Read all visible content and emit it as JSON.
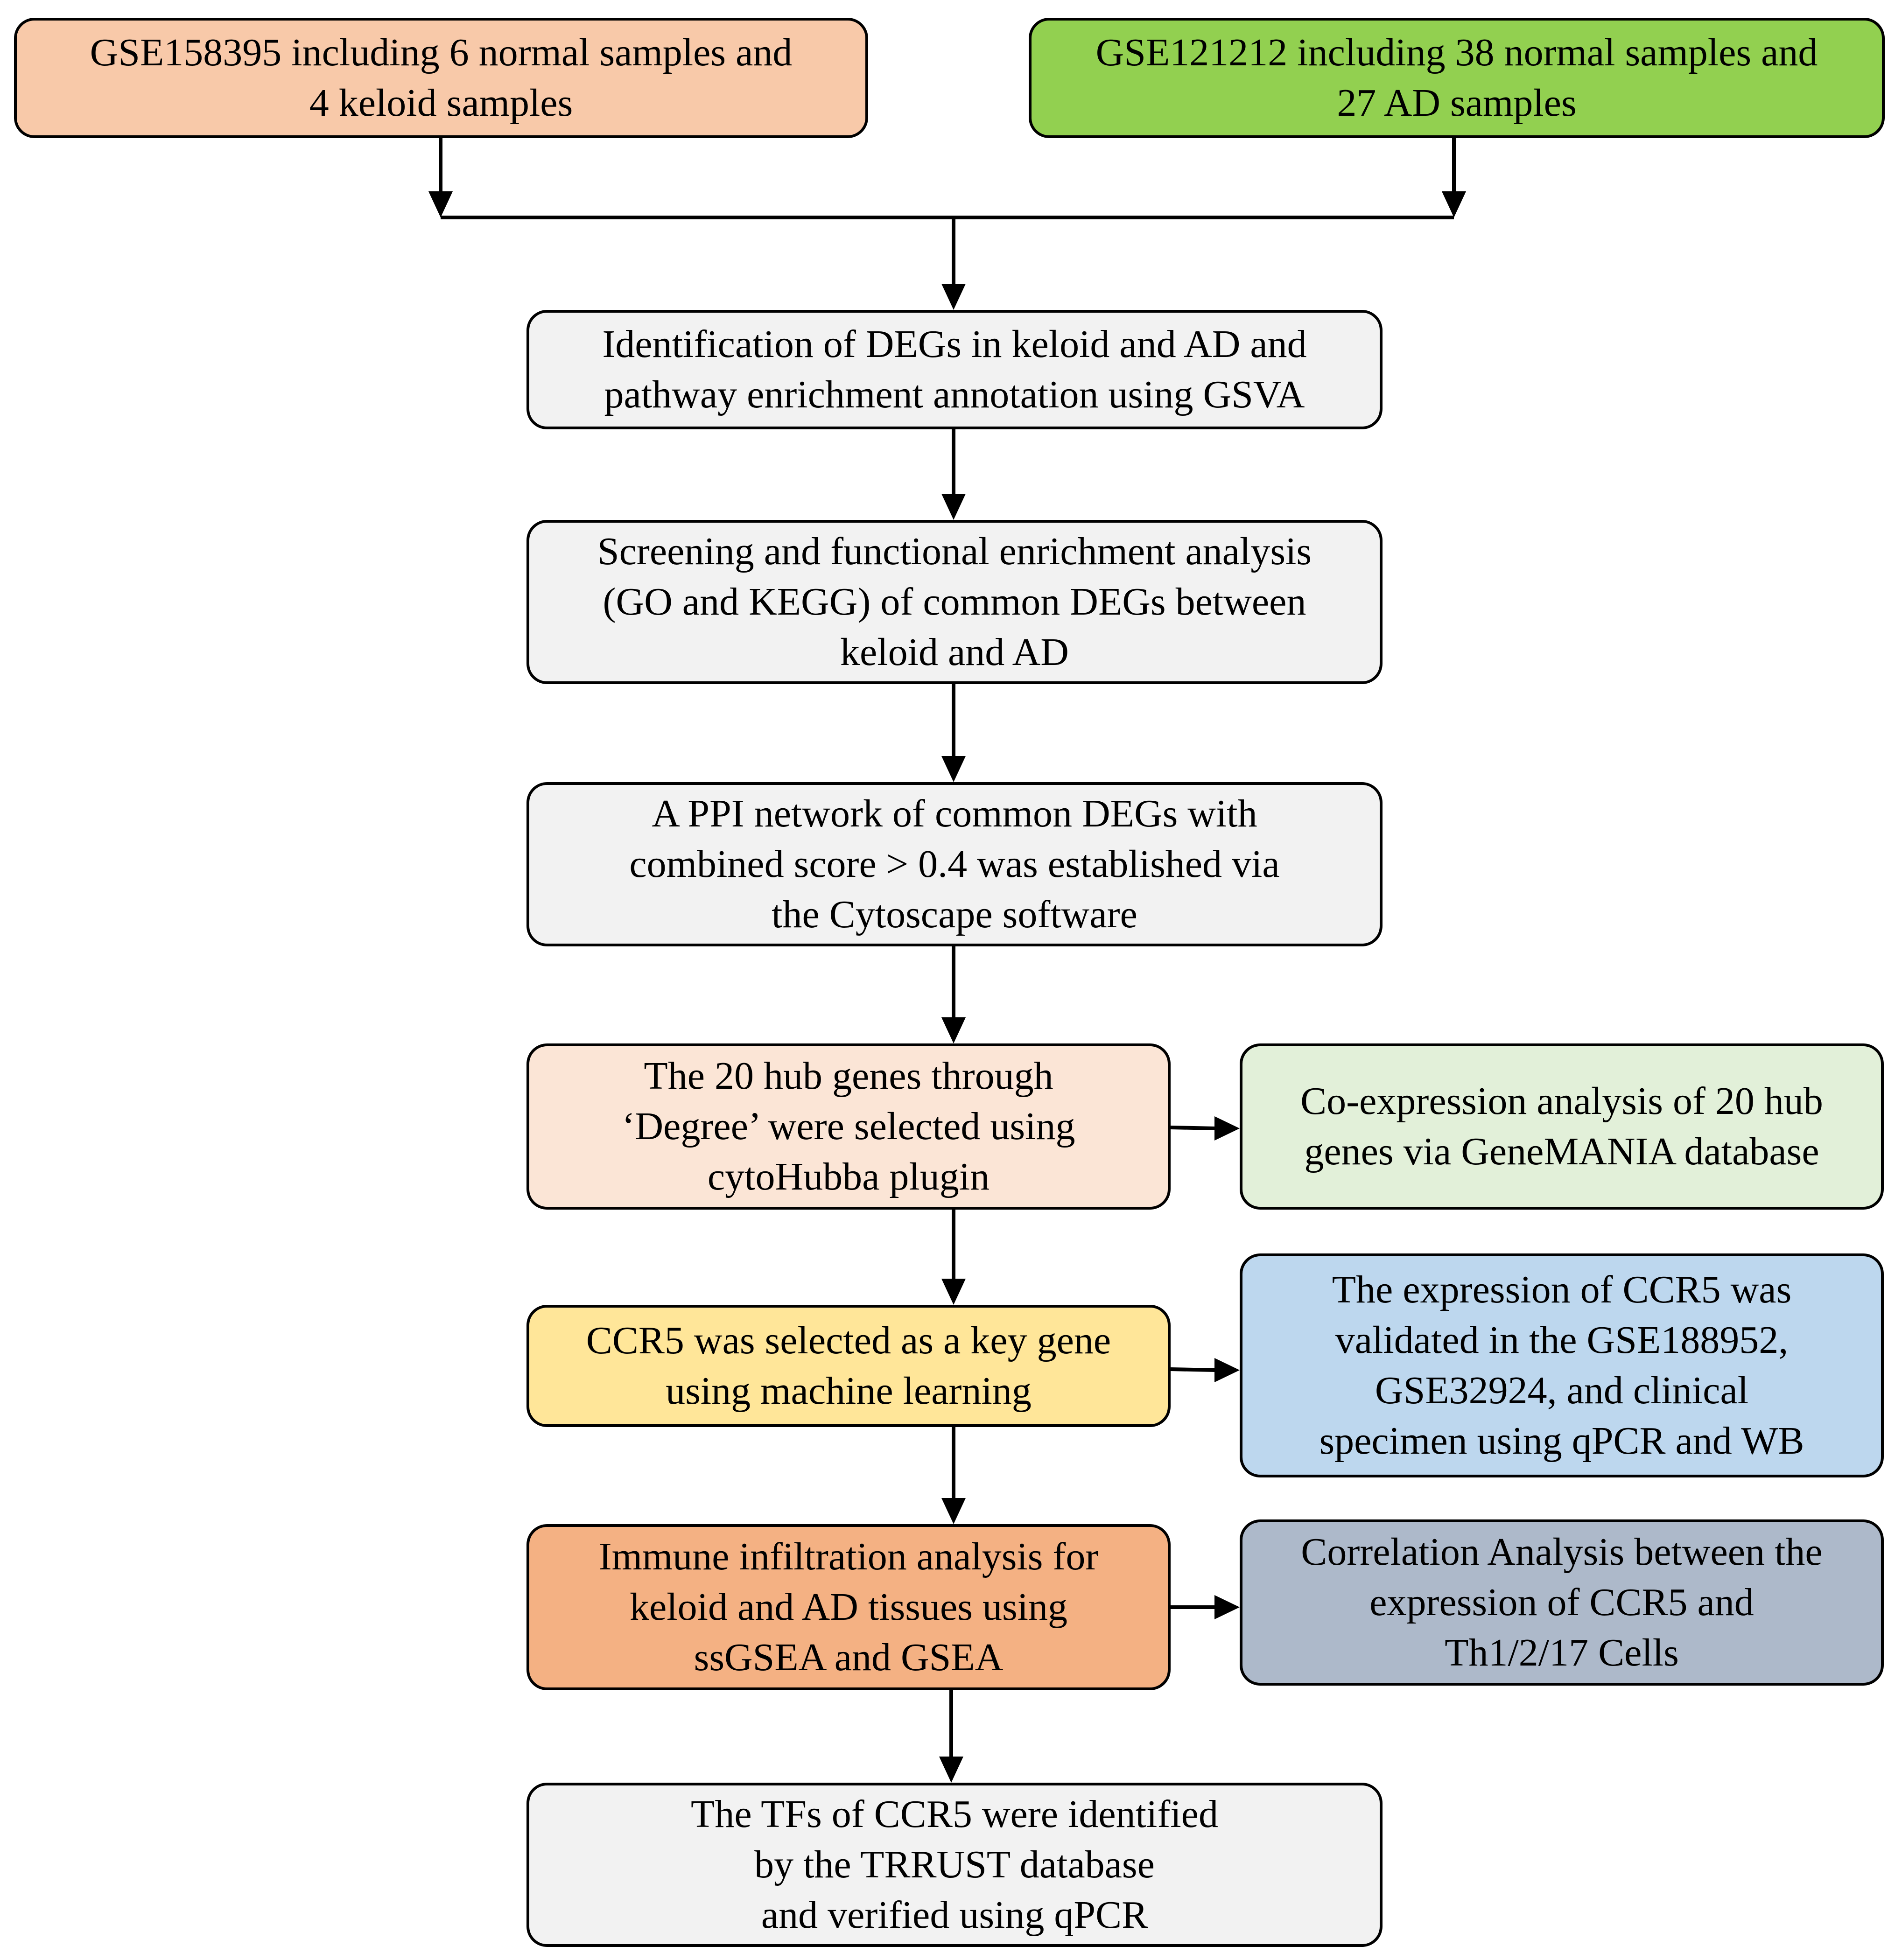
{
  "nodes": {
    "gse158395": {
      "lines": [
        "GSE158395 including 6 normal samples and",
        "4 keloid samples"
      ],
      "color": "#F8C9A9"
    },
    "gse121212": {
      "lines": [
        "GSE121212 including 38 normal samples and",
        "27 AD samples"
      ],
      "color": "#92D050"
    },
    "deg_identification": {
      "lines": [
        "Identification of DEGs in keloid and AD and",
        "pathway enrichment annotation using GSVA"
      ],
      "color": "#F2F2F2"
    },
    "screening_enrichment": {
      "lines": [
        "Screening and functional enrichment analysis",
        "(GO and KEGG) of common DEGs between",
        "keloid and AD"
      ],
      "color": "#F2F2F2"
    },
    "ppi_network": {
      "lines": [
        "A PPI network of common DEGs with",
        "combined score  >  0.4 was established via",
        "the Cytoscape software"
      ],
      "color": "#F2F2F2"
    },
    "hub_genes": {
      "lines": [
        "The 20 hub genes through",
        "‘Degree’ were selected using",
        "cytoHubba plugin"
      ],
      "color": "#FBE5D6"
    },
    "coexpression": {
      "lines": [
        "Co-expression analysis of 20 hub",
        "genes via GeneMANIA database"
      ],
      "color": "#E2F0D9"
    },
    "ccr5_selected": {
      "lines": [
        "CCR5 was selected as a key gene",
        "using machine learning"
      ],
      "color": "#FFE699"
    },
    "ccr5_validation": {
      "lines": [
        "The expression of CCR5 was",
        "validated in  the GSE188952,",
        "GSE32924, and clinical",
        "specimen using qPCR and WB"
      ],
      "color": "#BDD7EE"
    },
    "immune_infiltration": {
      "lines": [
        "Immune infiltration analysis for",
        "keloid and AD tissues using",
        "ssGSEA and GSEA"
      ],
      "color": "#F4B183"
    },
    "correlation": {
      "lines": [
        "Correlation Analysis between the",
        "expression of CCR5 and",
        "Th1/2/17 Cells"
      ],
      "color": "#ADB9CA"
    },
    "tfs_ccr5": {
      "lines": [
        "The TFs of CCR5 were identified",
        "by the TRRUST database",
        "and verified using qPCR"
      ],
      "color": "#F2F2F2"
    }
  }
}
